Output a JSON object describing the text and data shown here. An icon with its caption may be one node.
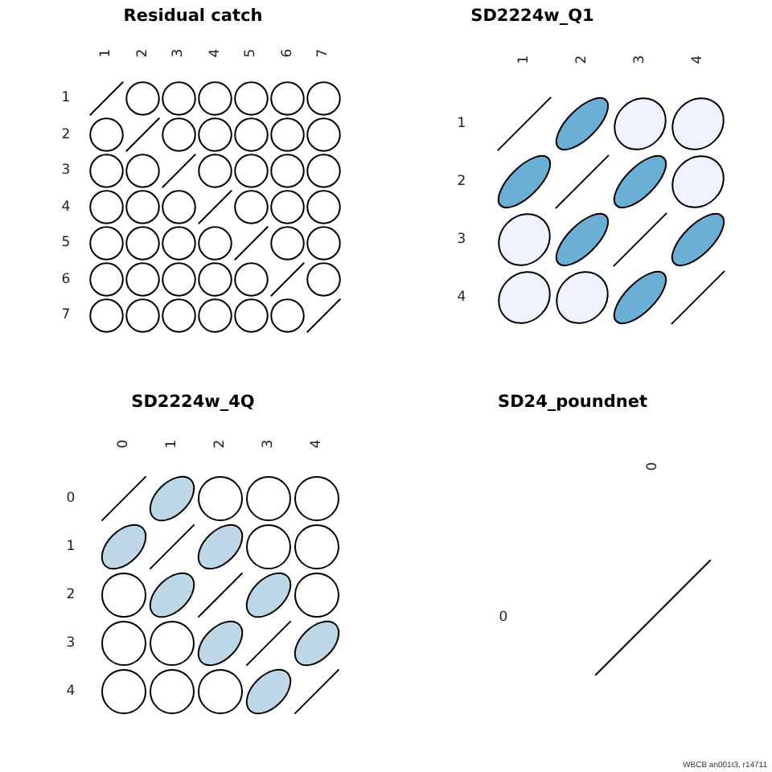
{
  "diagram": {
    "labels": [
      "Residual catch",
      "1",
      "2",
      "3",
      "4",
      "5",
      "6",
      "7",
      "1",
      "2",
      "3",
      "4",
      "5",
      "6",
      "7",
      "SD2224w_Q1",
      "1",
      "2",
      "3",
      "4",
      "1",
      "2",
      "3",
      "4",
      "SD2224w_4Q",
      "0",
      "1",
      "2",
      "3",
      "4",
      "0",
      "1",
      "2",
      "3",
      "4",
      "SD24_poundnet",
      "0",
      "0",
      "WBCB an001t3, r14711"
    ]
  }
}
